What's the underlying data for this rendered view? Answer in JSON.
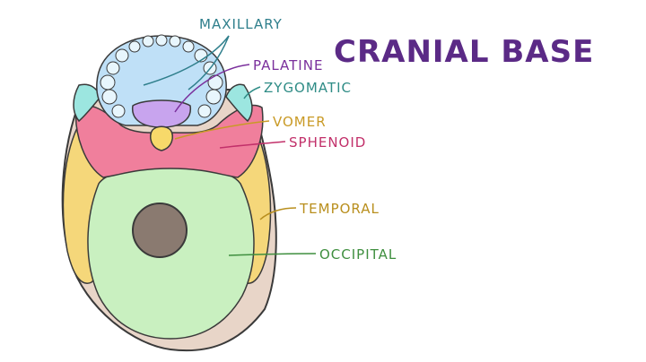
{
  "title": "CRANIAL BASE",
  "labels": {
    "maxillary": "MAXILLARY",
    "palatine": "PALATINE",
    "zygomatic": "ZYGOMATIC",
    "vomer": "VOMER",
    "sphenoid": "SPHENOID",
    "temporal": "TEMPORAL",
    "occipital": "OCCIPITAL"
  },
  "colors": {
    "title": "#5b2a86",
    "maxillary": "#2f7f8c",
    "palatine": "#7a2f9c",
    "zygomatic": "#2f8c86",
    "vomer": "#c99a26",
    "sphenoid": "#c2306a",
    "temporal": "#b98f1e",
    "occipital": "#3f8f3f"
  }
}
